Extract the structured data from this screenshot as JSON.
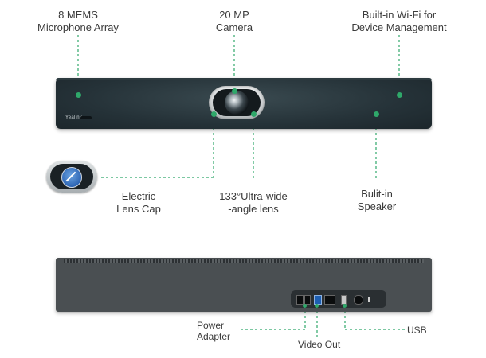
{
  "callouts": {
    "mics": [
      "8 MEMS",
      "Microphone Array"
    ],
    "camera": [
      "20 MP",
      "Camera"
    ],
    "wifi": [
      "Built-in Wi-Fi for",
      "Device Management"
    ],
    "lens_cap": [
      "Electric",
      "Lens Cap"
    ],
    "lens": [
      "133°Ultra-wide",
      "-angle lens"
    ],
    "speaker": [
      "Bulit-in",
      "Speaker"
    ],
    "power": [
      "Power",
      "Adapter"
    ],
    "video_out": "Video Out",
    "usb": "USB"
  },
  "device_logo": "Yealink",
  "colors": {
    "accent": "#2fa86a",
    "body_dark": "#253238",
    "back_panel": "#4a4f52",
    "cap_disc": "#2d65b4"
  }
}
